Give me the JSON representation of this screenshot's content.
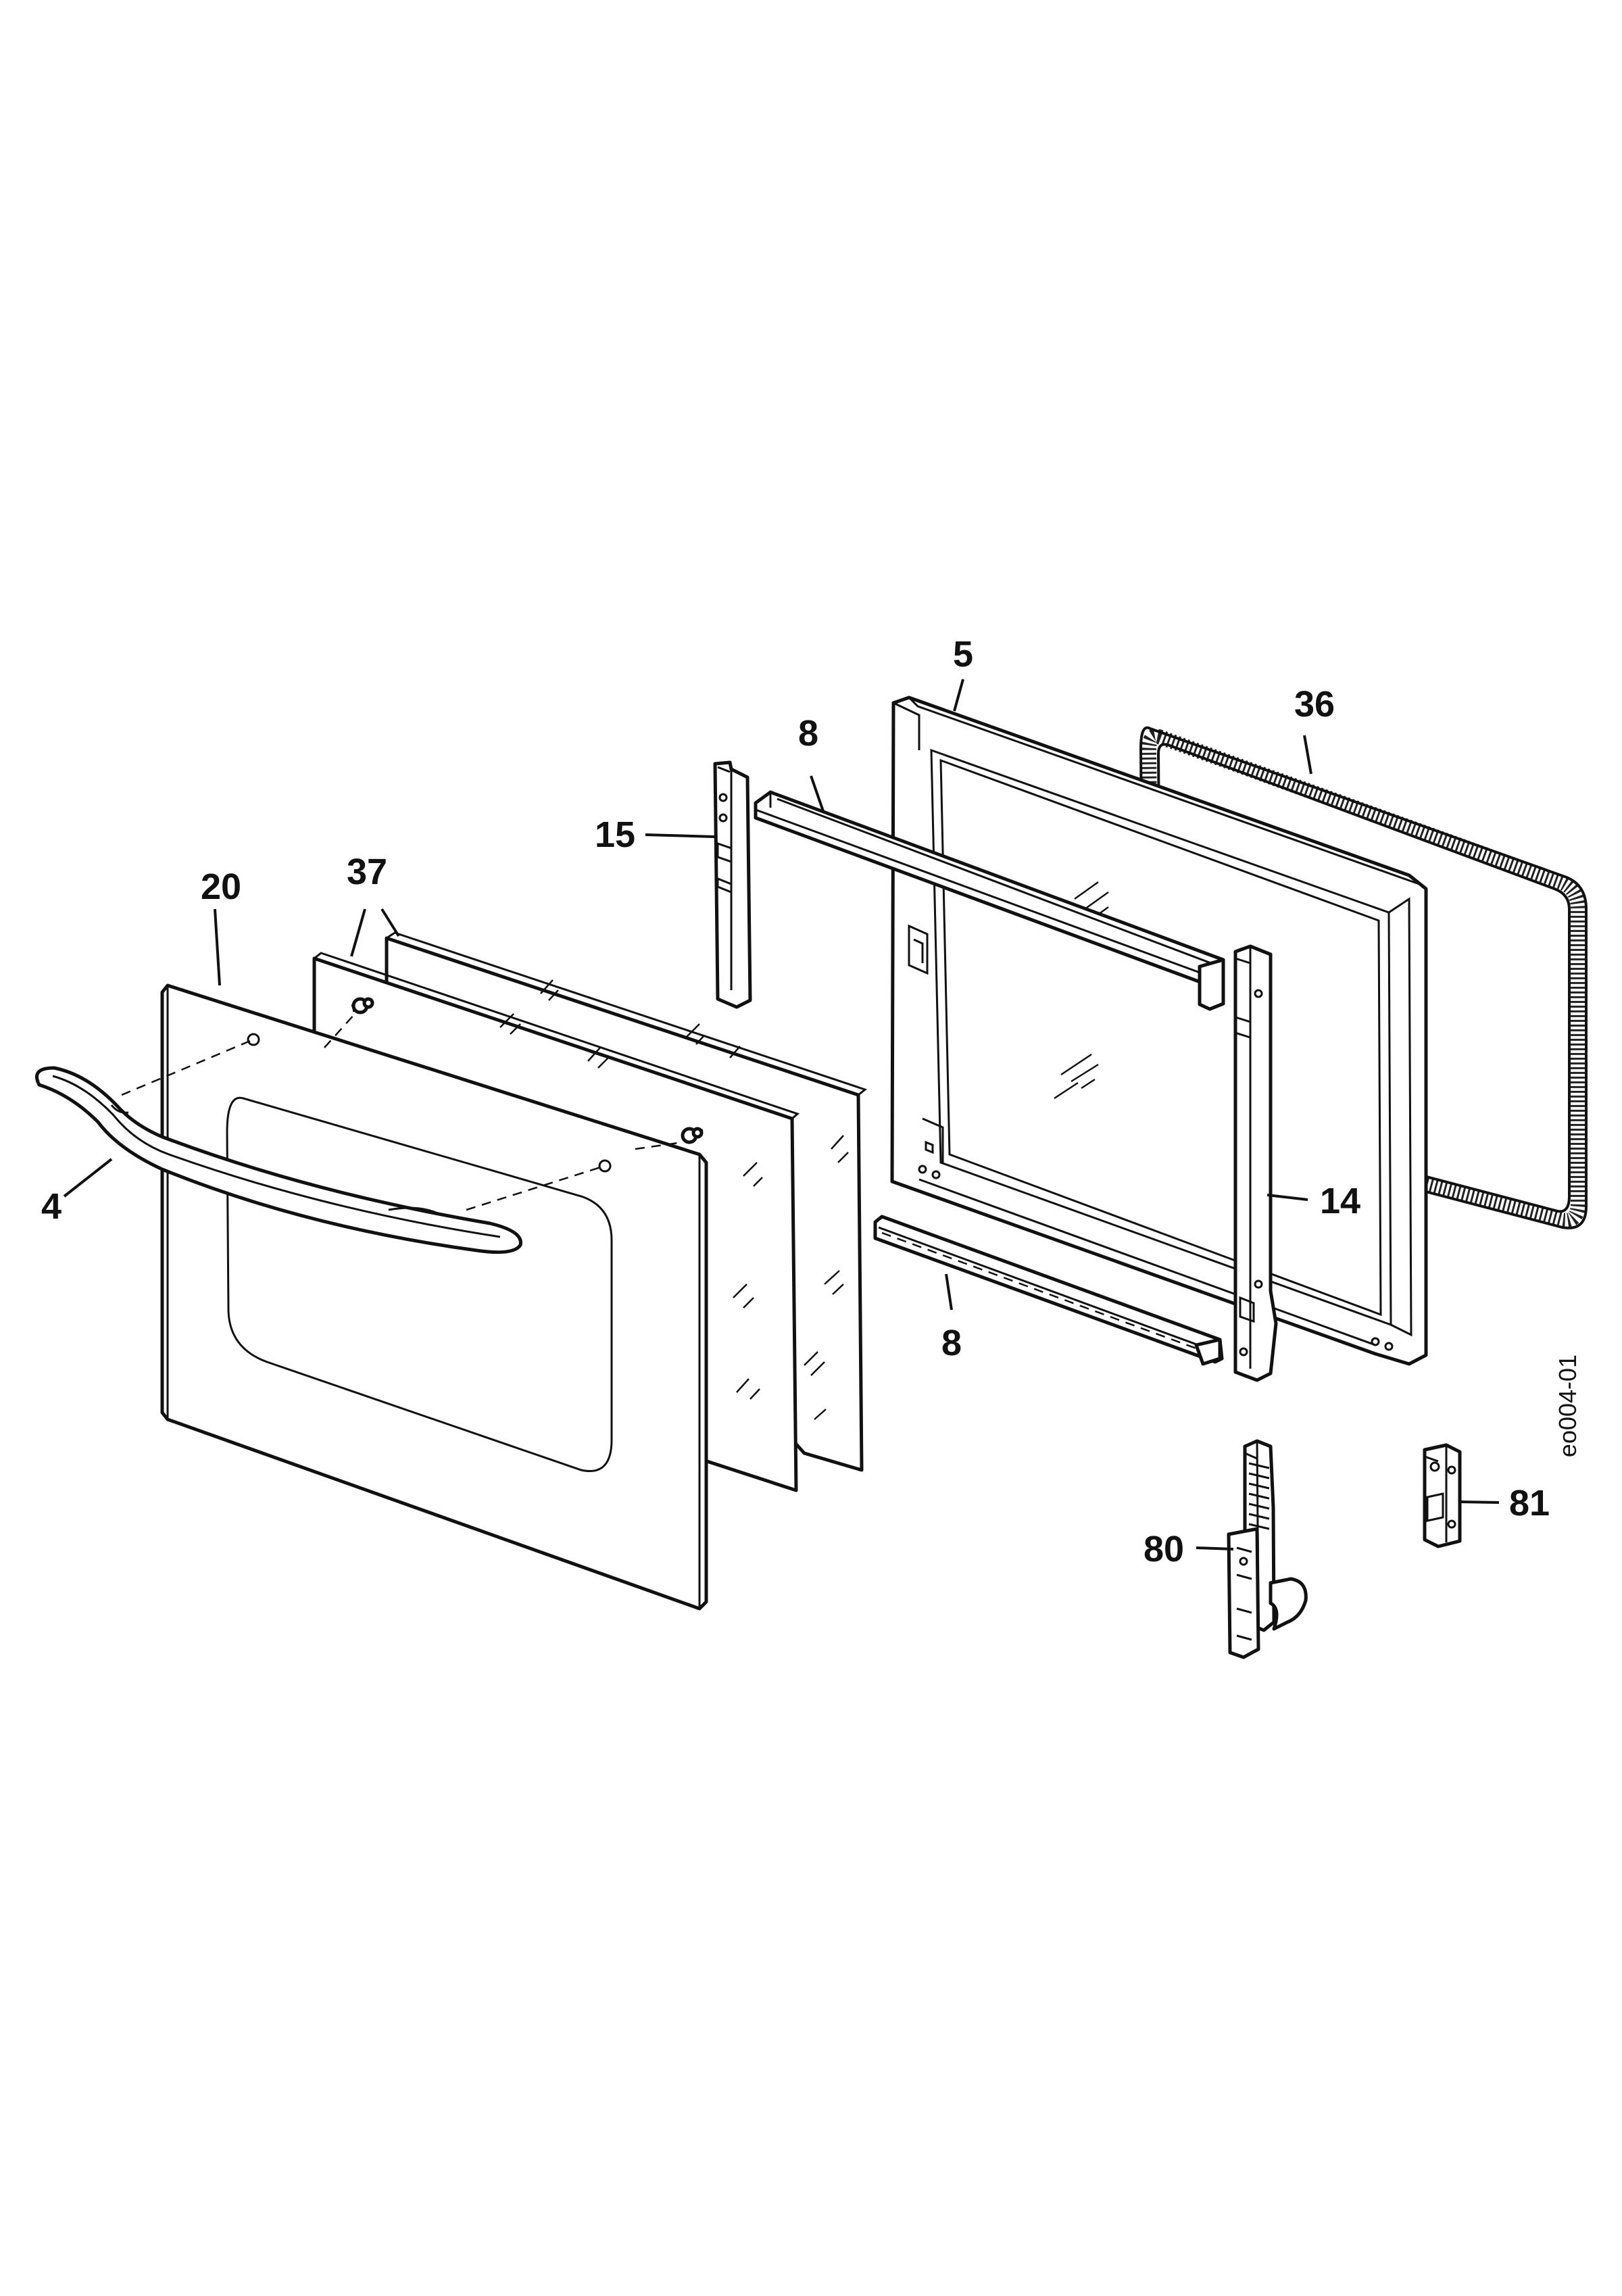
{
  "diagram": {
    "reference_code": "eo004-01",
    "callouts": [
      {
        "id": "handle",
        "text": "4"
      },
      {
        "id": "frame",
        "text": "5"
      },
      {
        "id": "strip-top",
        "text": "8"
      },
      {
        "id": "strip-bottom",
        "text": "8"
      },
      {
        "id": "side-right",
        "text": "14"
      },
      {
        "id": "side-left",
        "text": "15"
      },
      {
        "id": "outer-panel",
        "text": "20"
      },
      {
        "id": "gasket",
        "text": "36"
      },
      {
        "id": "glass-panes",
        "text": "37"
      },
      {
        "id": "hinge",
        "text": "80"
      },
      {
        "id": "hinge-receiver",
        "text": "81"
      }
    ]
  }
}
